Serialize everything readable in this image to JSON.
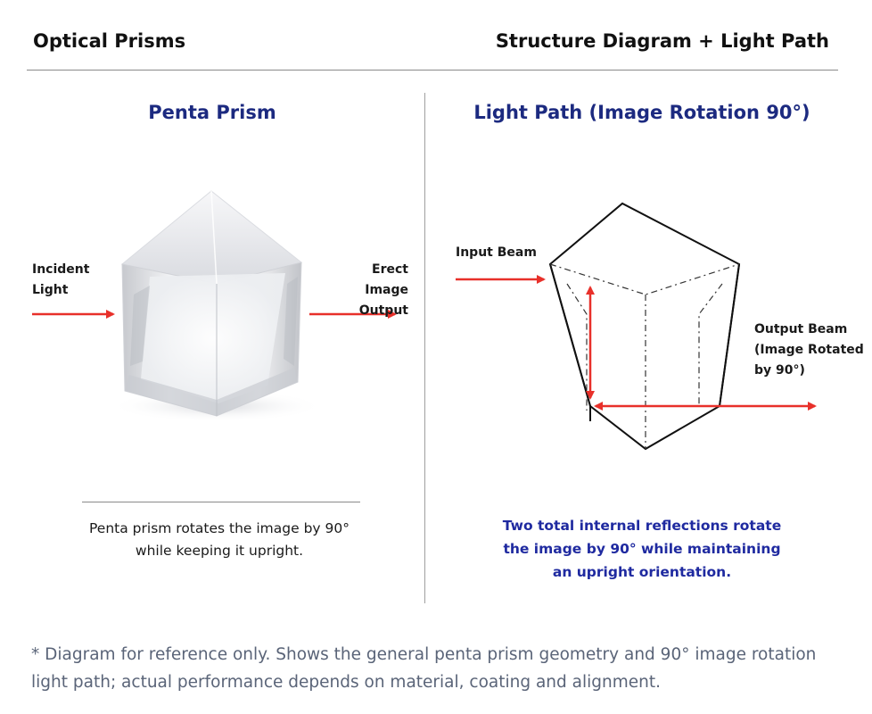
{
  "header": {
    "left_title": "Optical Prisms",
    "right_title": "Structure Diagram + Light Path"
  },
  "left_panel": {
    "title": "Penta Prism",
    "incident_label": "Incident\nLight",
    "erect_label": "Erect Image\nOutput",
    "caption": "Penta prism rotates the image by 90°\nwhile keeping it upright."
  },
  "right_panel": {
    "title": "Light Path (Image Rotation 90°)",
    "input_label": "Input Beam",
    "output_label": "Output Beam\n(Image Rotated\nby 90°)",
    "caption": "Two total internal reflections rotate\nthe image by 90° while maintaining\nan upright orientation."
  },
  "footnote": "* Diagram for reference only. Shows the general penta prism geometry and 90° image rotation\nlight path; actual performance depends on material, coating and alignment.",
  "colors": {
    "beam": "#e8302a",
    "title": "#1c2a80",
    "caption_accent": "#1f2aa0",
    "footnote": "#5a6478"
  }
}
